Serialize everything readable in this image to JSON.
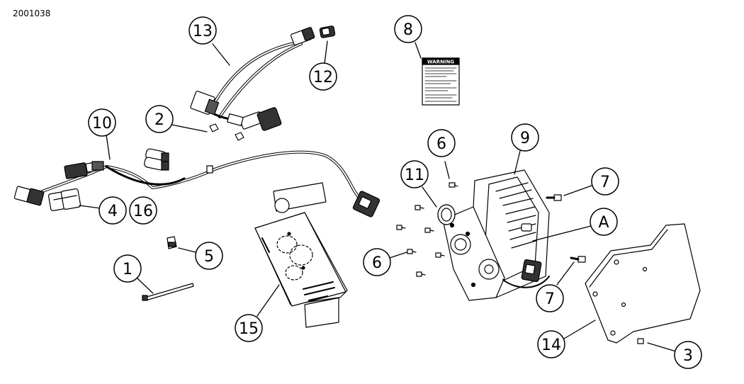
{
  "document_id": "2001038",
  "callouts": [
    {
      "id": "c1",
      "label": "1"
    },
    {
      "id": "c2",
      "label": "2"
    },
    {
      "id": "c3",
      "label": "3"
    },
    {
      "id": "c4",
      "label": "4"
    },
    {
      "id": "c5",
      "label": "5"
    },
    {
      "id": "c6a",
      "label": "6"
    },
    {
      "id": "c6b",
      "label": "6"
    },
    {
      "id": "c7a",
      "label": "7"
    },
    {
      "id": "c7b",
      "label": "7"
    },
    {
      "id": "c8",
      "label": "8"
    },
    {
      "id": "c9",
      "label": "9"
    },
    {
      "id": "c10",
      "label": "10"
    },
    {
      "id": "c11",
      "label": "11"
    },
    {
      "id": "c12",
      "label": "12"
    },
    {
      "id": "c13",
      "label": "13"
    },
    {
      "id": "c14",
      "label": "14"
    },
    {
      "id": "c15",
      "label": "15"
    },
    {
      "id": "c16",
      "label": "16"
    },
    {
      "id": "cA",
      "label": "A"
    }
  ],
  "warning_label": {
    "heading": "WARNING"
  }
}
